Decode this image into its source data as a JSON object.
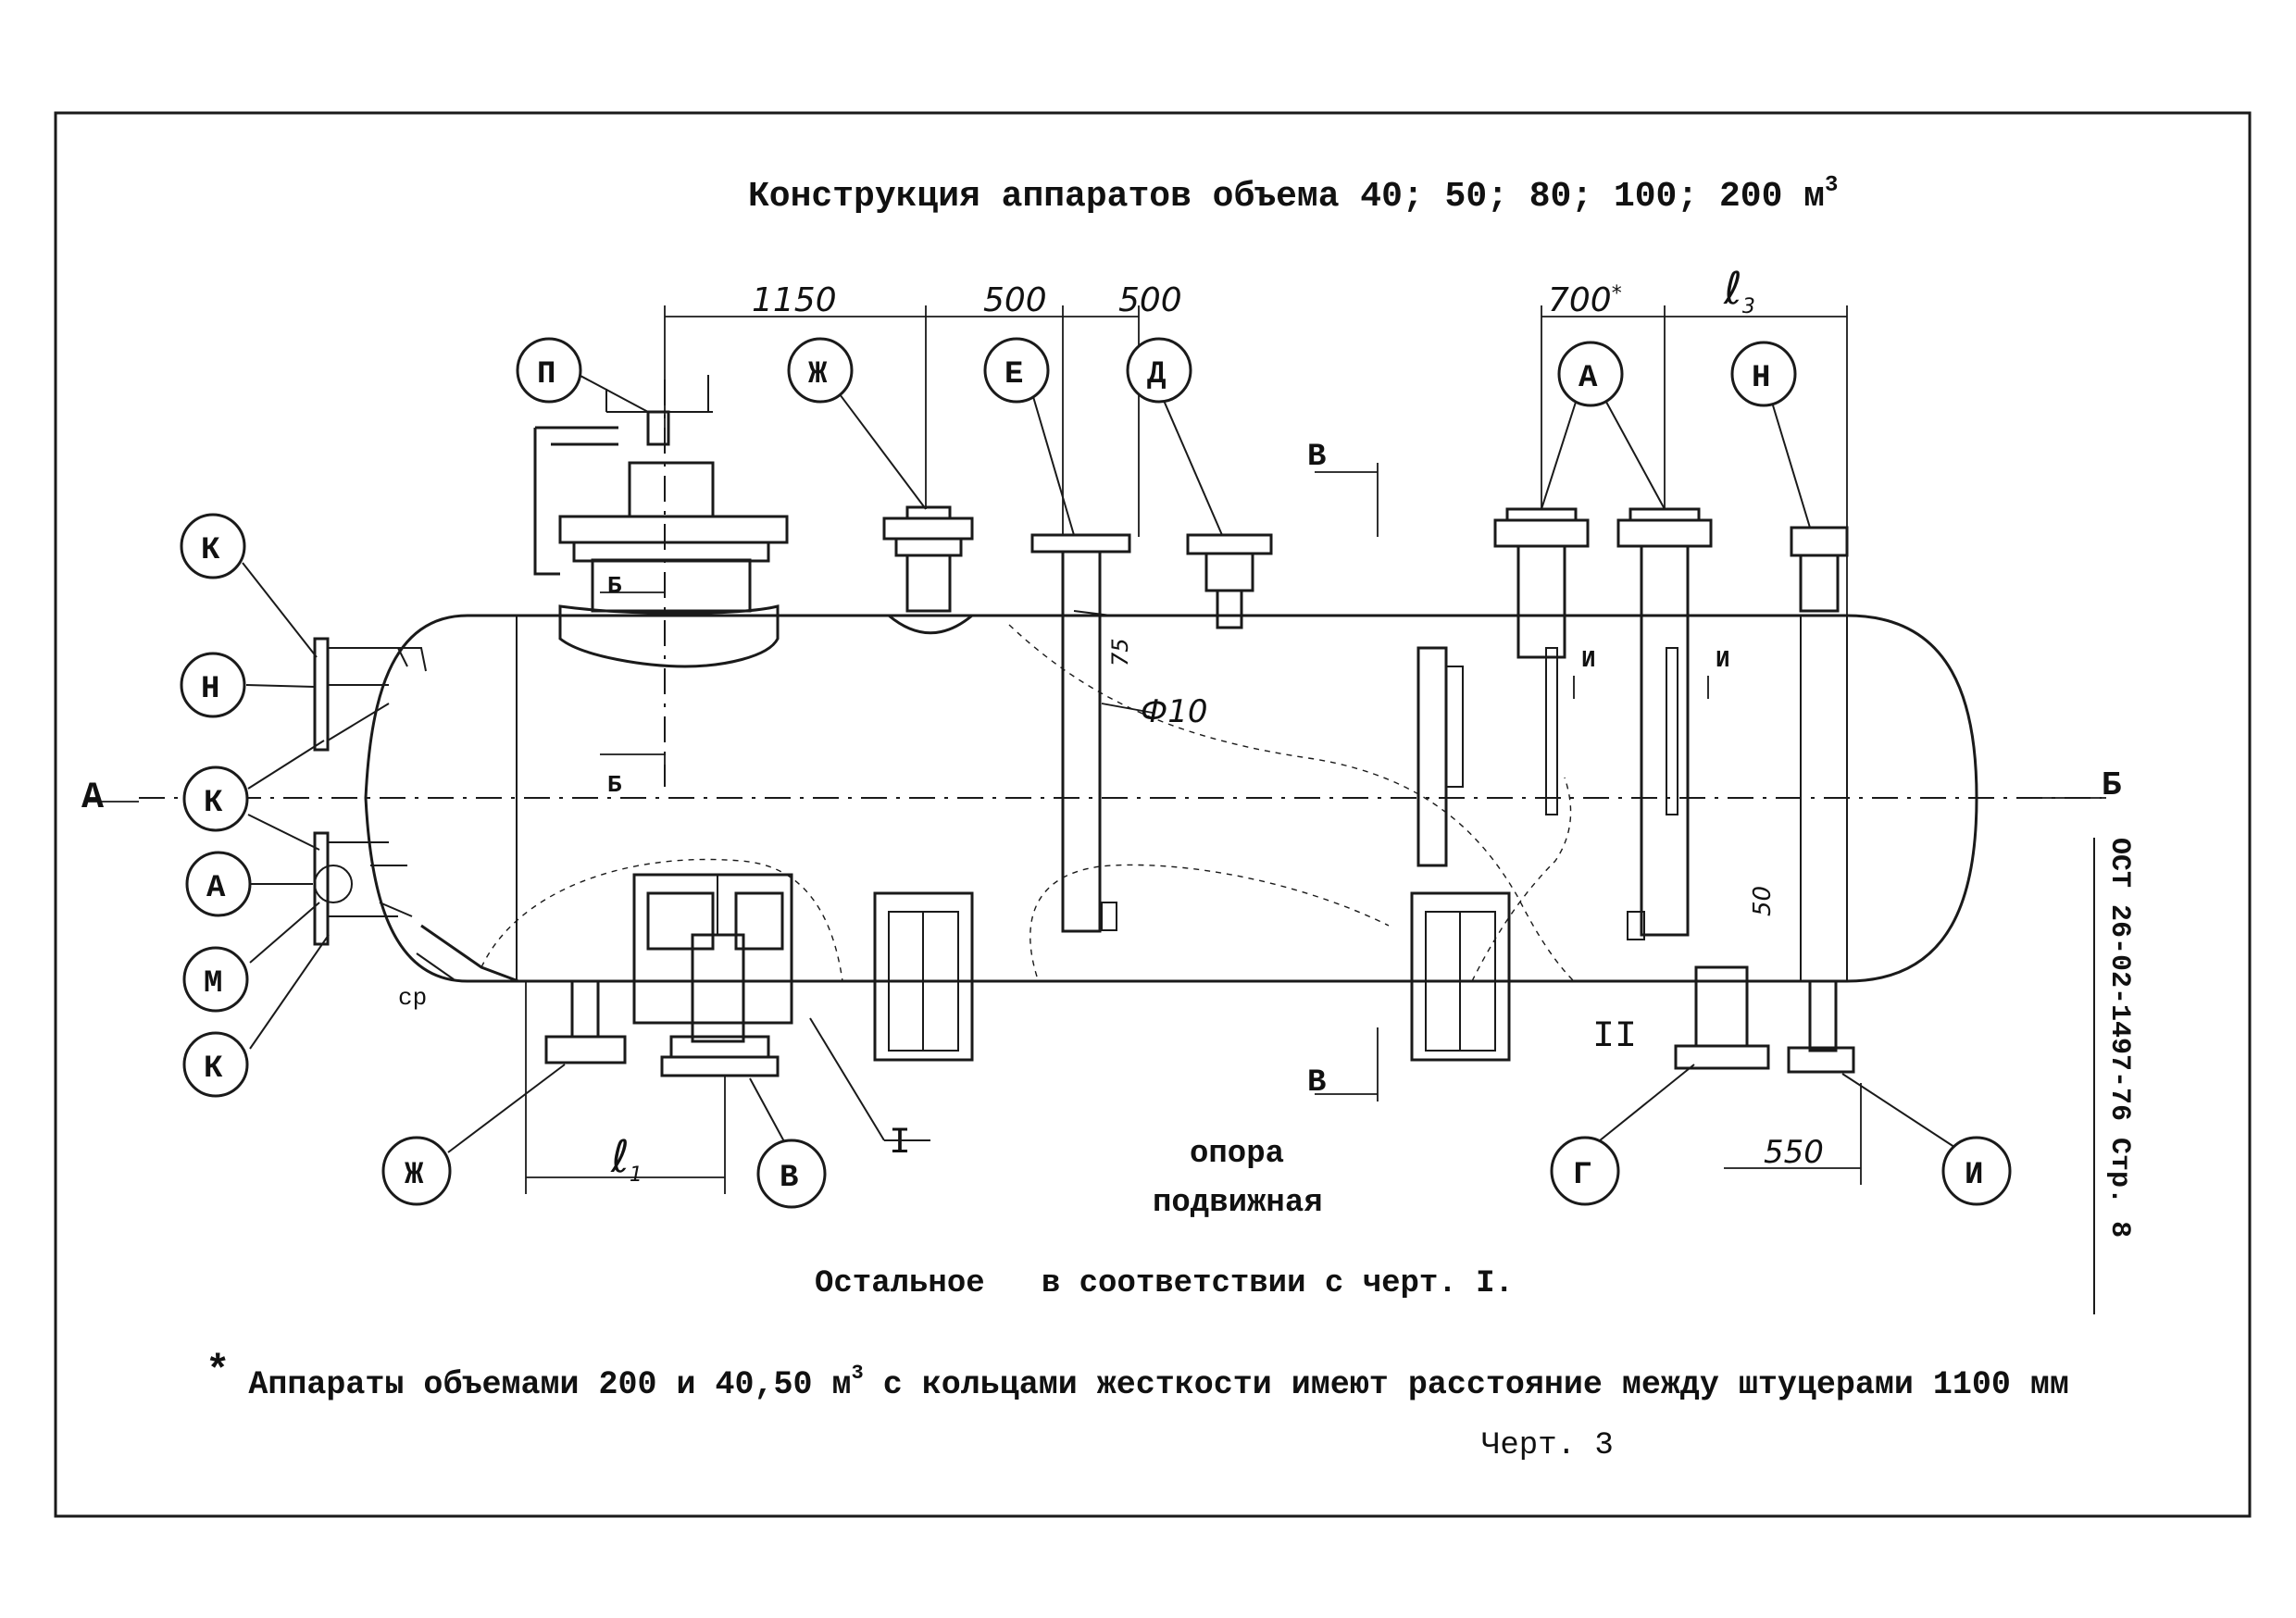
{
  "title": "Конструкция аппаратов объема 40; 50; 80; 100; 200 м",
  "title_sup": "3",
  "dimensions": {
    "d1150": "1150",
    "d500a": "500",
    "d500b": "500",
    "d700": "700",
    "d700_mark": "*",
    "l3": "ℓ",
    "l3_sub": "3",
    "l1": "ℓ",
    "l1_sub": "1",
    "d550": "550",
    "phi10": "Ф10",
    "d75": "75",
    "d50": "50"
  },
  "callouts": {
    "top_p": "П",
    "top_zh": "Ж",
    "top_e": "Е",
    "top_d": "Д",
    "top_a": "А",
    "top_n": "Н",
    "left_k1": "К",
    "left_n": "Н",
    "left_k2": "К",
    "left_a": "А",
    "left_m": "М",
    "left_k3": "К",
    "bot_zh": "Ж",
    "bot_v": "В",
    "bot_g": "Г",
    "bot_i": "И"
  },
  "section_marks": {
    "a_left": "А",
    "b_right": "Б",
    "v_top": "В",
    "v_bottom": "В",
    "b_inner_top": "Б",
    "b_inner_bottom": "Б",
    "i_left": "И",
    "i_right": "И",
    "roman_1": "I",
    "roman_2": "II"
  },
  "support_label_1": "опора",
  "support_label_2": "подвижная",
  "note_rest": "Остальное   в соответствии с черт. I.",
  "footnote_star": "*",
  "footnote_text": "Аппараты объемами 200 и 40,50 м",
  "footnote_sup": "3",
  "footnote_text2": " с кольцами жесткости имеют расстояние между штуцерами 1100 мм",
  "sheet_label": "Черт. 3",
  "side_stamp": "ОСТ 26-02-1497-76 Стр. 8"
}
